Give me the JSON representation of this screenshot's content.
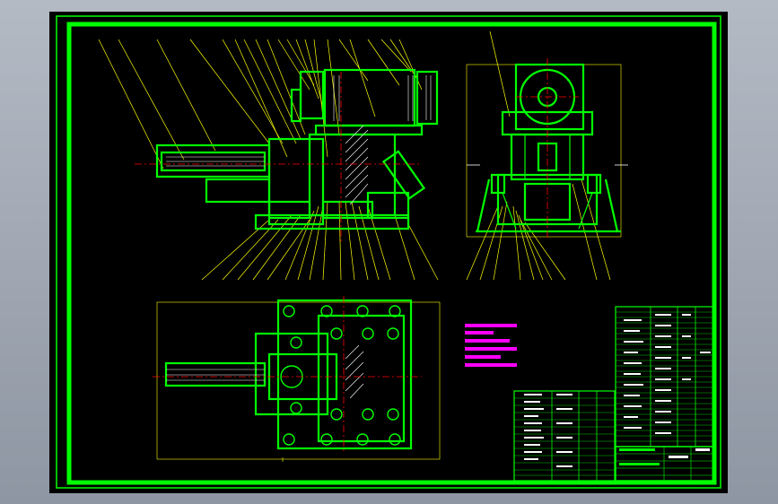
{
  "colors": {
    "background": "#000000",
    "frame": "#00ff00",
    "leader": "#ffff00",
    "section": "#ff00ff",
    "hatch": "#ffffff",
    "center": "#ff0000",
    "outer_bg": "#9aa1ad"
  },
  "views": {
    "front": "front-elevation",
    "side": "side-elevation",
    "top": "plan-view"
  },
  "notes": [
    "",
    "",
    "",
    "",
    "",
    ""
  ],
  "parts_table_left": {
    "rows": 13
  },
  "parts_table_right": {
    "rows": 26
  },
  "title_block": {
    "name": "",
    "drawing_no": ""
  }
}
